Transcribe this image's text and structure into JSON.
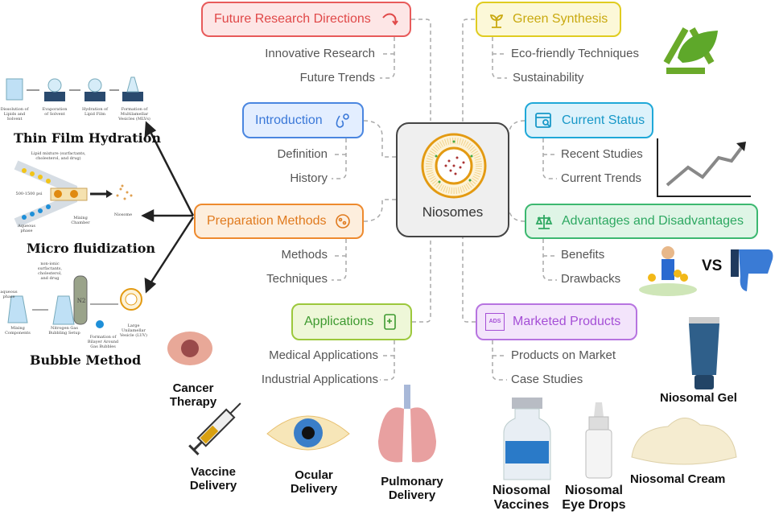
{
  "center": {
    "label": "Niosomes"
  },
  "branches": {
    "future": {
      "title": "Future Research Directions",
      "items": [
        "Innovative Research",
        "Future Trends"
      ],
      "color": "#e85a5a"
    },
    "intro": {
      "title": "Introduction",
      "items": [
        "Definition",
        "History"
      ],
      "color": "#4a86e0"
    },
    "prep": {
      "title": "Preparation Methods",
      "items": [
        "Methods",
        "Techniques"
      ],
      "color": "#ee8a2e"
    },
    "apps": {
      "title": "Applications",
      "items": [
        "Medical Applications",
        "Industrial Applications"
      ],
      "color": "#4caa3c"
    },
    "green": {
      "title": "Green Synthesis",
      "items": [
        "Eco-friendly Techniques",
        "Sustainability"
      ],
      "color": "#d9c21a"
    },
    "status": {
      "title": "Current Status",
      "items": [
        "Recent Studies",
        "Current Trends"
      ],
      "color": "#1fa8d8"
    },
    "adv": {
      "title": "Advantages and Disadvantages",
      "items": [
        "Benefits",
        "Drawbacks"
      ],
      "color": "#3cb870"
    },
    "market": {
      "title": "Marketed Products",
      "items": [
        "Products on Market",
        "Case Studies"
      ],
      "color": "#a557d6"
    }
  },
  "methods": {
    "thin_film": {
      "title": "Thin Film Hydration",
      "steps": [
        "Dissolution of Lipids and Solvent",
        "Evaporation of Solvent",
        "Hydration of Lipid Film",
        "Formation of Multilamellar Vesicles (MLVs)"
      ]
    },
    "micro": {
      "title": "Micro fluidization",
      "notes": [
        "Lipid mixture (surfactants, cholesterol, and drug)",
        "500-1500 psi",
        "Mixing Chamber",
        "Niosome",
        "Aqueous phase"
      ]
    },
    "bubble": {
      "title": "Bubble Method",
      "notes": [
        "non-ionic surfactants, cholesterol, and drug",
        "aqueous phase",
        "Mixing Components",
        "Nitrogen Gas Bubbling Setup",
        "N2",
        "Formation of Bilayer Around Gas Bubbles",
        "Large Unilamellar Vesicle (LUV)"
      ]
    }
  },
  "illustrations": {
    "cancer": "Cancer Therapy",
    "vaccine": "Vaccine Delivery",
    "ocular": "Ocular Delivery",
    "pulmonary": "Pulmonary Delivery",
    "nvaccines": "Niosomal Vaccines",
    "eyedrops": "Niosomal Eye Drops",
    "gel": "Niosomal Gel",
    "cream": "Niosomal Cream",
    "vs": "VS",
    "ads": "ADS"
  }
}
